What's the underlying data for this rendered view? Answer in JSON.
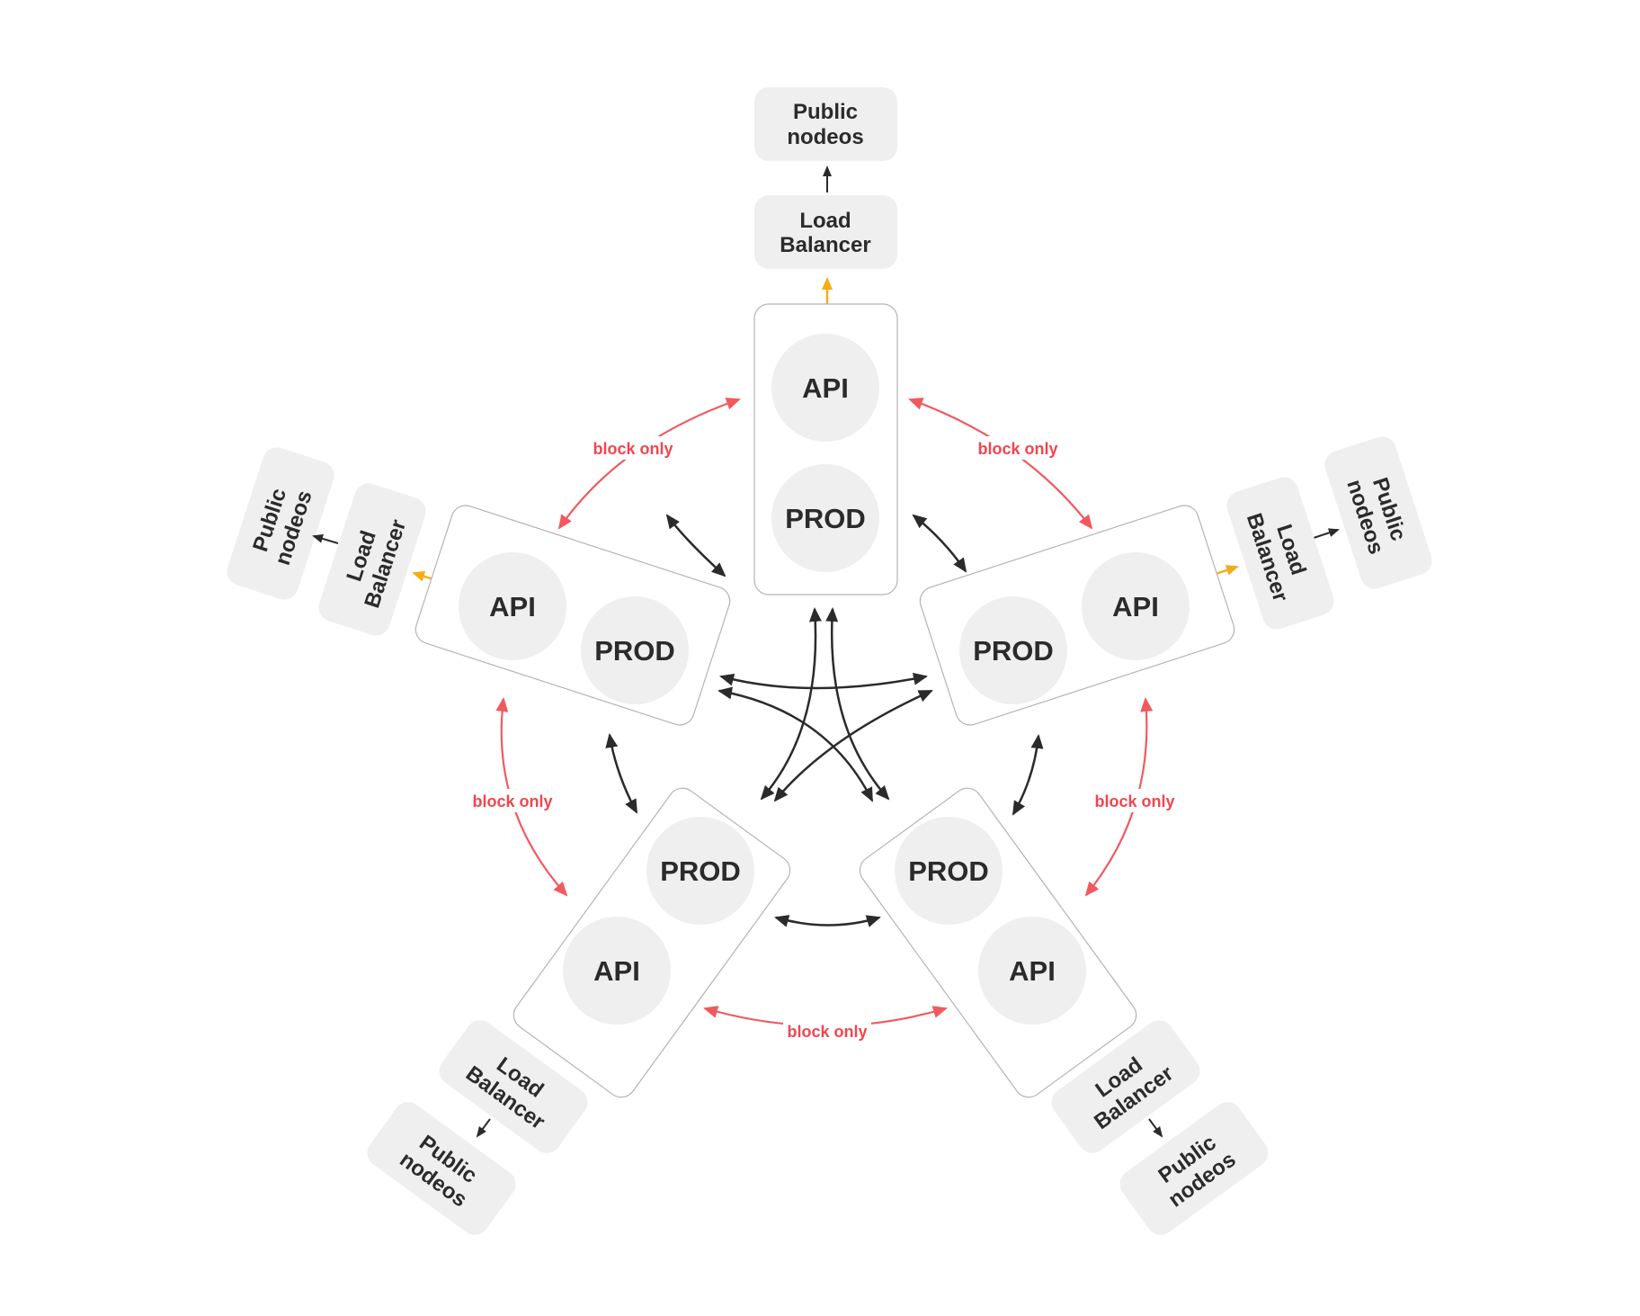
{
  "labels": {
    "api": "API",
    "prod": "PROD",
    "load_balancer_line1": "Load",
    "load_balancer_line2": "Balancer",
    "public_line1": "Public",
    "public_line2": "nodeos",
    "block_only": "block only"
  },
  "colors": {
    "peer_link": "#2b2b2b",
    "block_only_link": "#f05a5f",
    "load_balancer_link": "#f5ad14",
    "node_fill": "#efefef"
  },
  "icons": {
    "arrowhead": "triangle-arrow-icon"
  }
}
